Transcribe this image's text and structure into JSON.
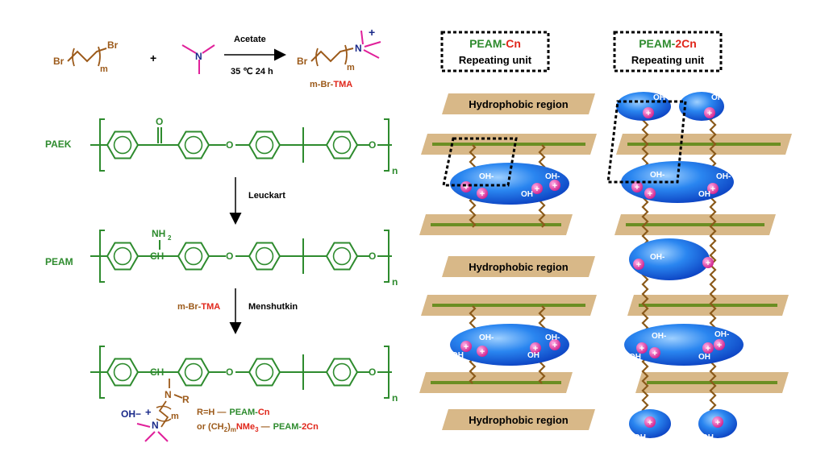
{
  "scheme": {
    "reaction1": {
      "reagent_br": "Br",
      "reagent_m": "m",
      "plus": "+",
      "n_atom": "N",
      "arrow_top": "Acetate",
      "arrow_bottom": "35 ℃ 24 h",
      "product_br": "Br",
      "product_m": "m",
      "product_charge": "+",
      "product_label_prefix": "m-Br-",
      "product_label_suffix": "TMA"
    },
    "paek": {
      "label": "PAEK",
      "carbonyl_o": "O",
      "ether_o": "O",
      "end_o": "O",
      "n": "n"
    },
    "step2": {
      "reagent": "Leuckart"
    },
    "peam": {
      "label": "PEAM",
      "amine": "NH",
      "amine_sub": "2",
      "ch": "CH",
      "ether_o": "O",
      "end_o": "O",
      "n": "n"
    },
    "step3": {
      "reagent_prefix": "m-Br-",
      "reagent_suffix": "TMA",
      "reaction": "Menshutkin"
    },
    "final": {
      "ch": "CH",
      "n_atom": "N",
      "r": "R",
      "m": "m",
      "ether_o": "O",
      "end_o": "O",
      "n": "n",
      "hydroxide": "OH",
      "minus": "−",
      "plus": "+",
      "n_plus": "N",
      "def1_prefix": "R=H —",
      "def1_name_a": "PEAM-",
      "def1_name_b": "Cn",
      "def2_prefix": "or (CH",
      "def2_sub1": "2",
      "def2_mid": ")",
      "def2_sub2": "m",
      "def2_end": "NMe",
      "def2_sub3": "3",
      "def2_dash": " —",
      "def2_name_a": "PEAM-",
      "def2_name_b": "2Cn"
    }
  },
  "panels": {
    "cn": {
      "title_a": "PEAM-",
      "title_b": "Cn",
      "subtitle": "Repeating unit"
    },
    "c2n": {
      "title_a": "PEAM-",
      "title_b": "2Cn",
      "subtitle": "Repeating unit"
    },
    "hydrophobic": "Hydrophobic region",
    "oh": "OH",
    "oh_minus": "OH-",
    "plus": "+"
  },
  "colors": {
    "green": "#2e8b2e",
    "brown": "#9c5a1a",
    "red": "#e0261a",
    "magenta": "#e0209a",
    "navy": "#1a2a8a",
    "tan": "#d8b888",
    "blue": "#2a7de8"
  }
}
